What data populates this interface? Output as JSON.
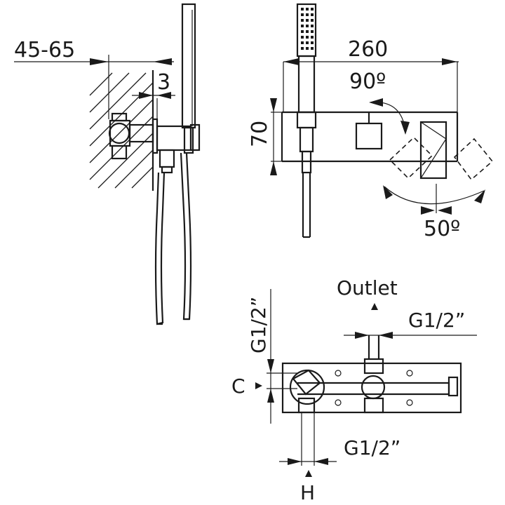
{
  "side_view": {
    "wall_depth_label": "45-65",
    "plate_gap_label": "3"
  },
  "front_view": {
    "length_label": "260",
    "height_label": "70",
    "rotation_label": "90º",
    "swing_label": "50º"
  },
  "plan_view": {
    "outlet_label": "Outlet",
    "outlet_thread_label": "G1/2”",
    "cold_thread_label": "G1/2”",
    "hot_thread_label": "G1/2”",
    "cold_label": "C",
    "hot_label": "H"
  },
  "colors": {
    "line": "#1a1a1a",
    "background": "#ffffff"
  }
}
